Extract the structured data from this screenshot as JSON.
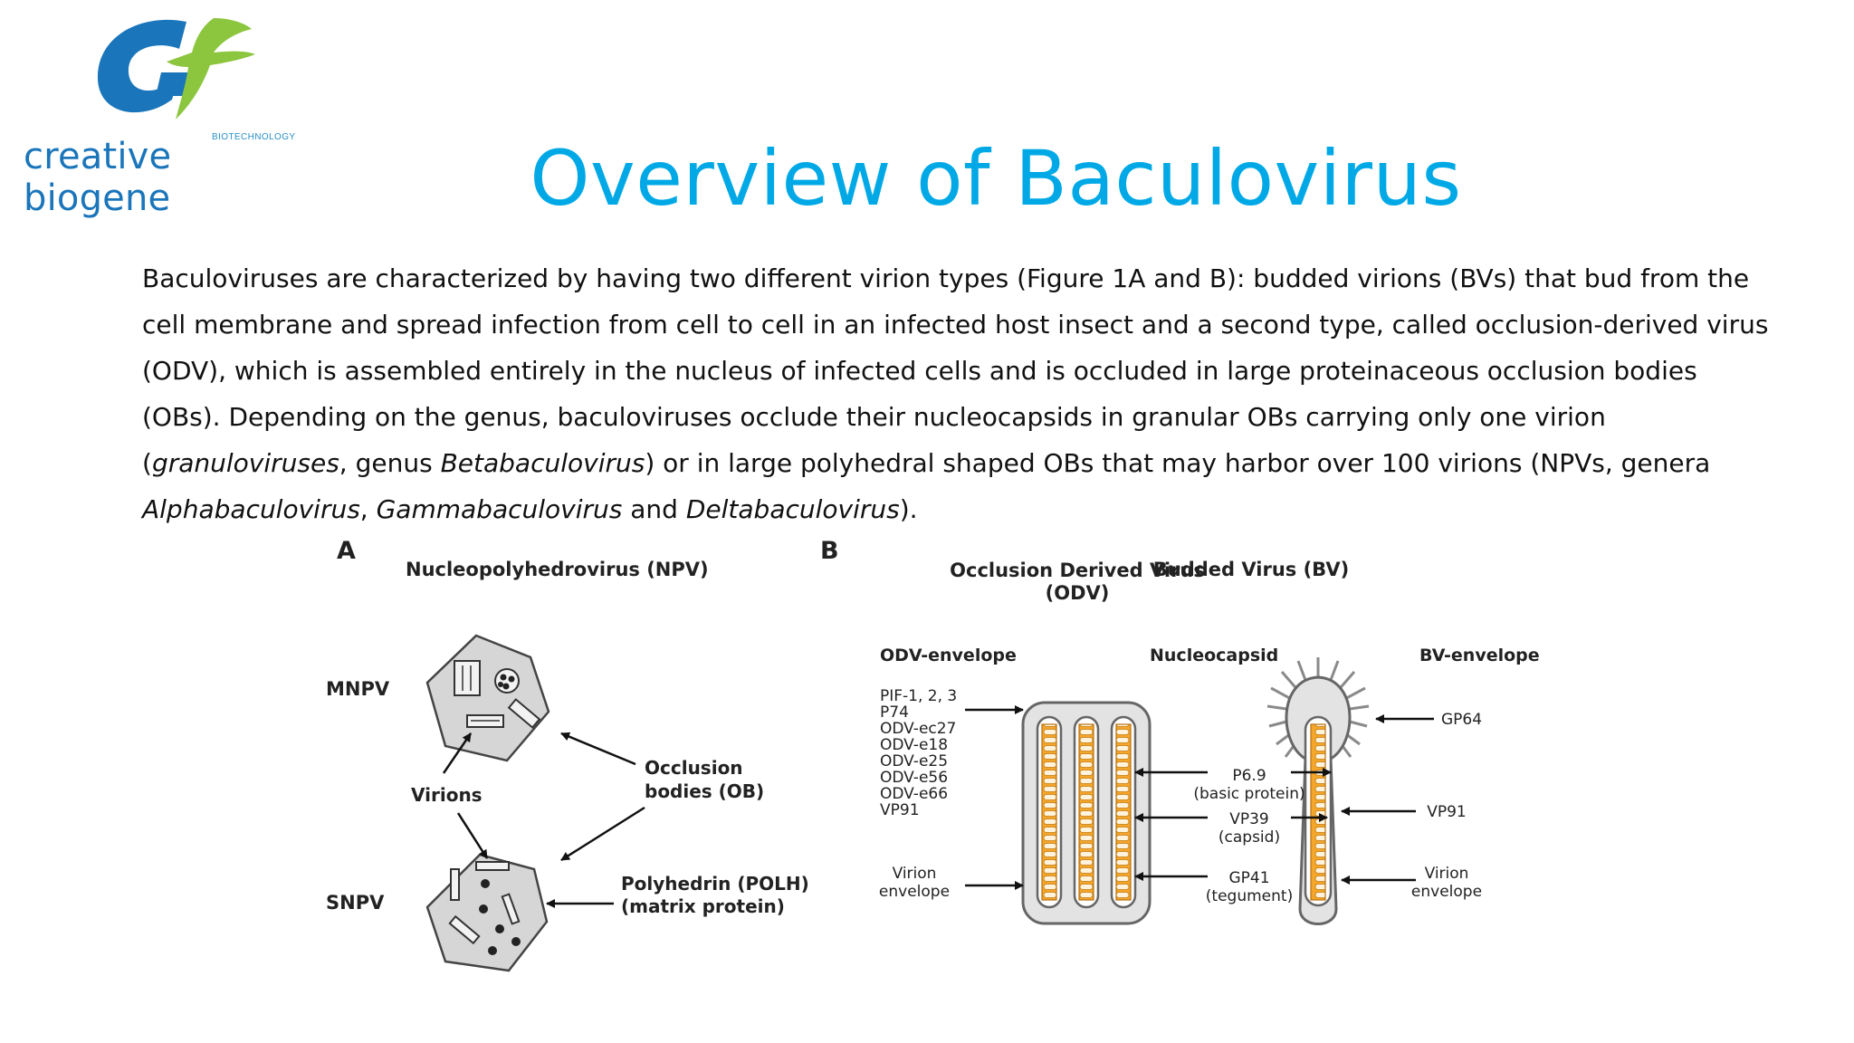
{
  "logo": {
    "small_text": "BIOTECHNOLOGY",
    "name": "creative biogene",
    "colors": {
      "blue": "#1a75ba",
      "green": "#8cc63f"
    }
  },
  "title": "Overview of Baculovirus",
  "paragraph": {
    "seg1": "Baculoviruses are characterized by having two different virion types (Figure 1A and B): budded virions (BVs) that bud from the cell membrane and spread infection from cell to cell in an infected host insect and a second type, called occlusion-derived virus (ODV), which is assembled entirely in the nucleus of infected cells and is occluded in large proteinaceous occlusion bodies (OBs). Depending on the genus, baculoviruses occlude their nucleocapsids in granular OBs carrying only one virion (",
    "ital1": "granuloviruses",
    "seg2": ", genus ",
    "ital2": "Betabaculovirus",
    "seg3": ") or in large polyhedral shaped OBs that may harbor over 100 virions (NPVs, genera ",
    "ital3": "Alphabaculovirus",
    "seg4": ", ",
    "ital4": "Gammabaculovirus",
    "seg5": " and ",
    "ital5": "Deltabaculovirus",
    "seg6": ")."
  },
  "figure": {
    "panel_a": {
      "letter": "A",
      "heading": "Nucleopolyhedrovirus (NPV)",
      "mnpv": "MNPV",
      "snpv": "SNPV",
      "virions": "Virions",
      "occlusion_1": "Occlusion",
      "occlusion_2": "bodies (OB)",
      "polh_1": "Polyhedrin (POLH)",
      "polh_2": "(matrix protein)"
    },
    "panel_b": {
      "letter": "B",
      "odv_heading_1": "Occlusion Derived Virus",
      "odv_heading_2": "(ODV)",
      "bv_heading": "Budded Virus (BV)",
      "odv_envelope": "ODV-envelope",
      "nucleocapsid": "Nucleocapsid",
      "bv_envelope": "BV-envelope",
      "odv_proteins": [
        "PIF-1, 2, 3",
        "P74",
        "ODV-ec27",
        "ODV-e18",
        "ODV-e25",
        "ODV-e56",
        "ODV-e66",
        "VP91"
      ],
      "virion_envelope_1": "Virion",
      "virion_envelope_2": "envelope",
      "p69_1": "P6.9",
      "p69_2": "(basic protein)",
      "vp39_1": "VP39",
      "vp39_2": "(capsid)",
      "gp41_1": "GP41",
      "gp41_2": "(tegument)",
      "gp64": "GP64",
      "vp91": "VP91",
      "bv_virion_1": "Virion",
      "bv_virion_2": "envelope"
    }
  }
}
